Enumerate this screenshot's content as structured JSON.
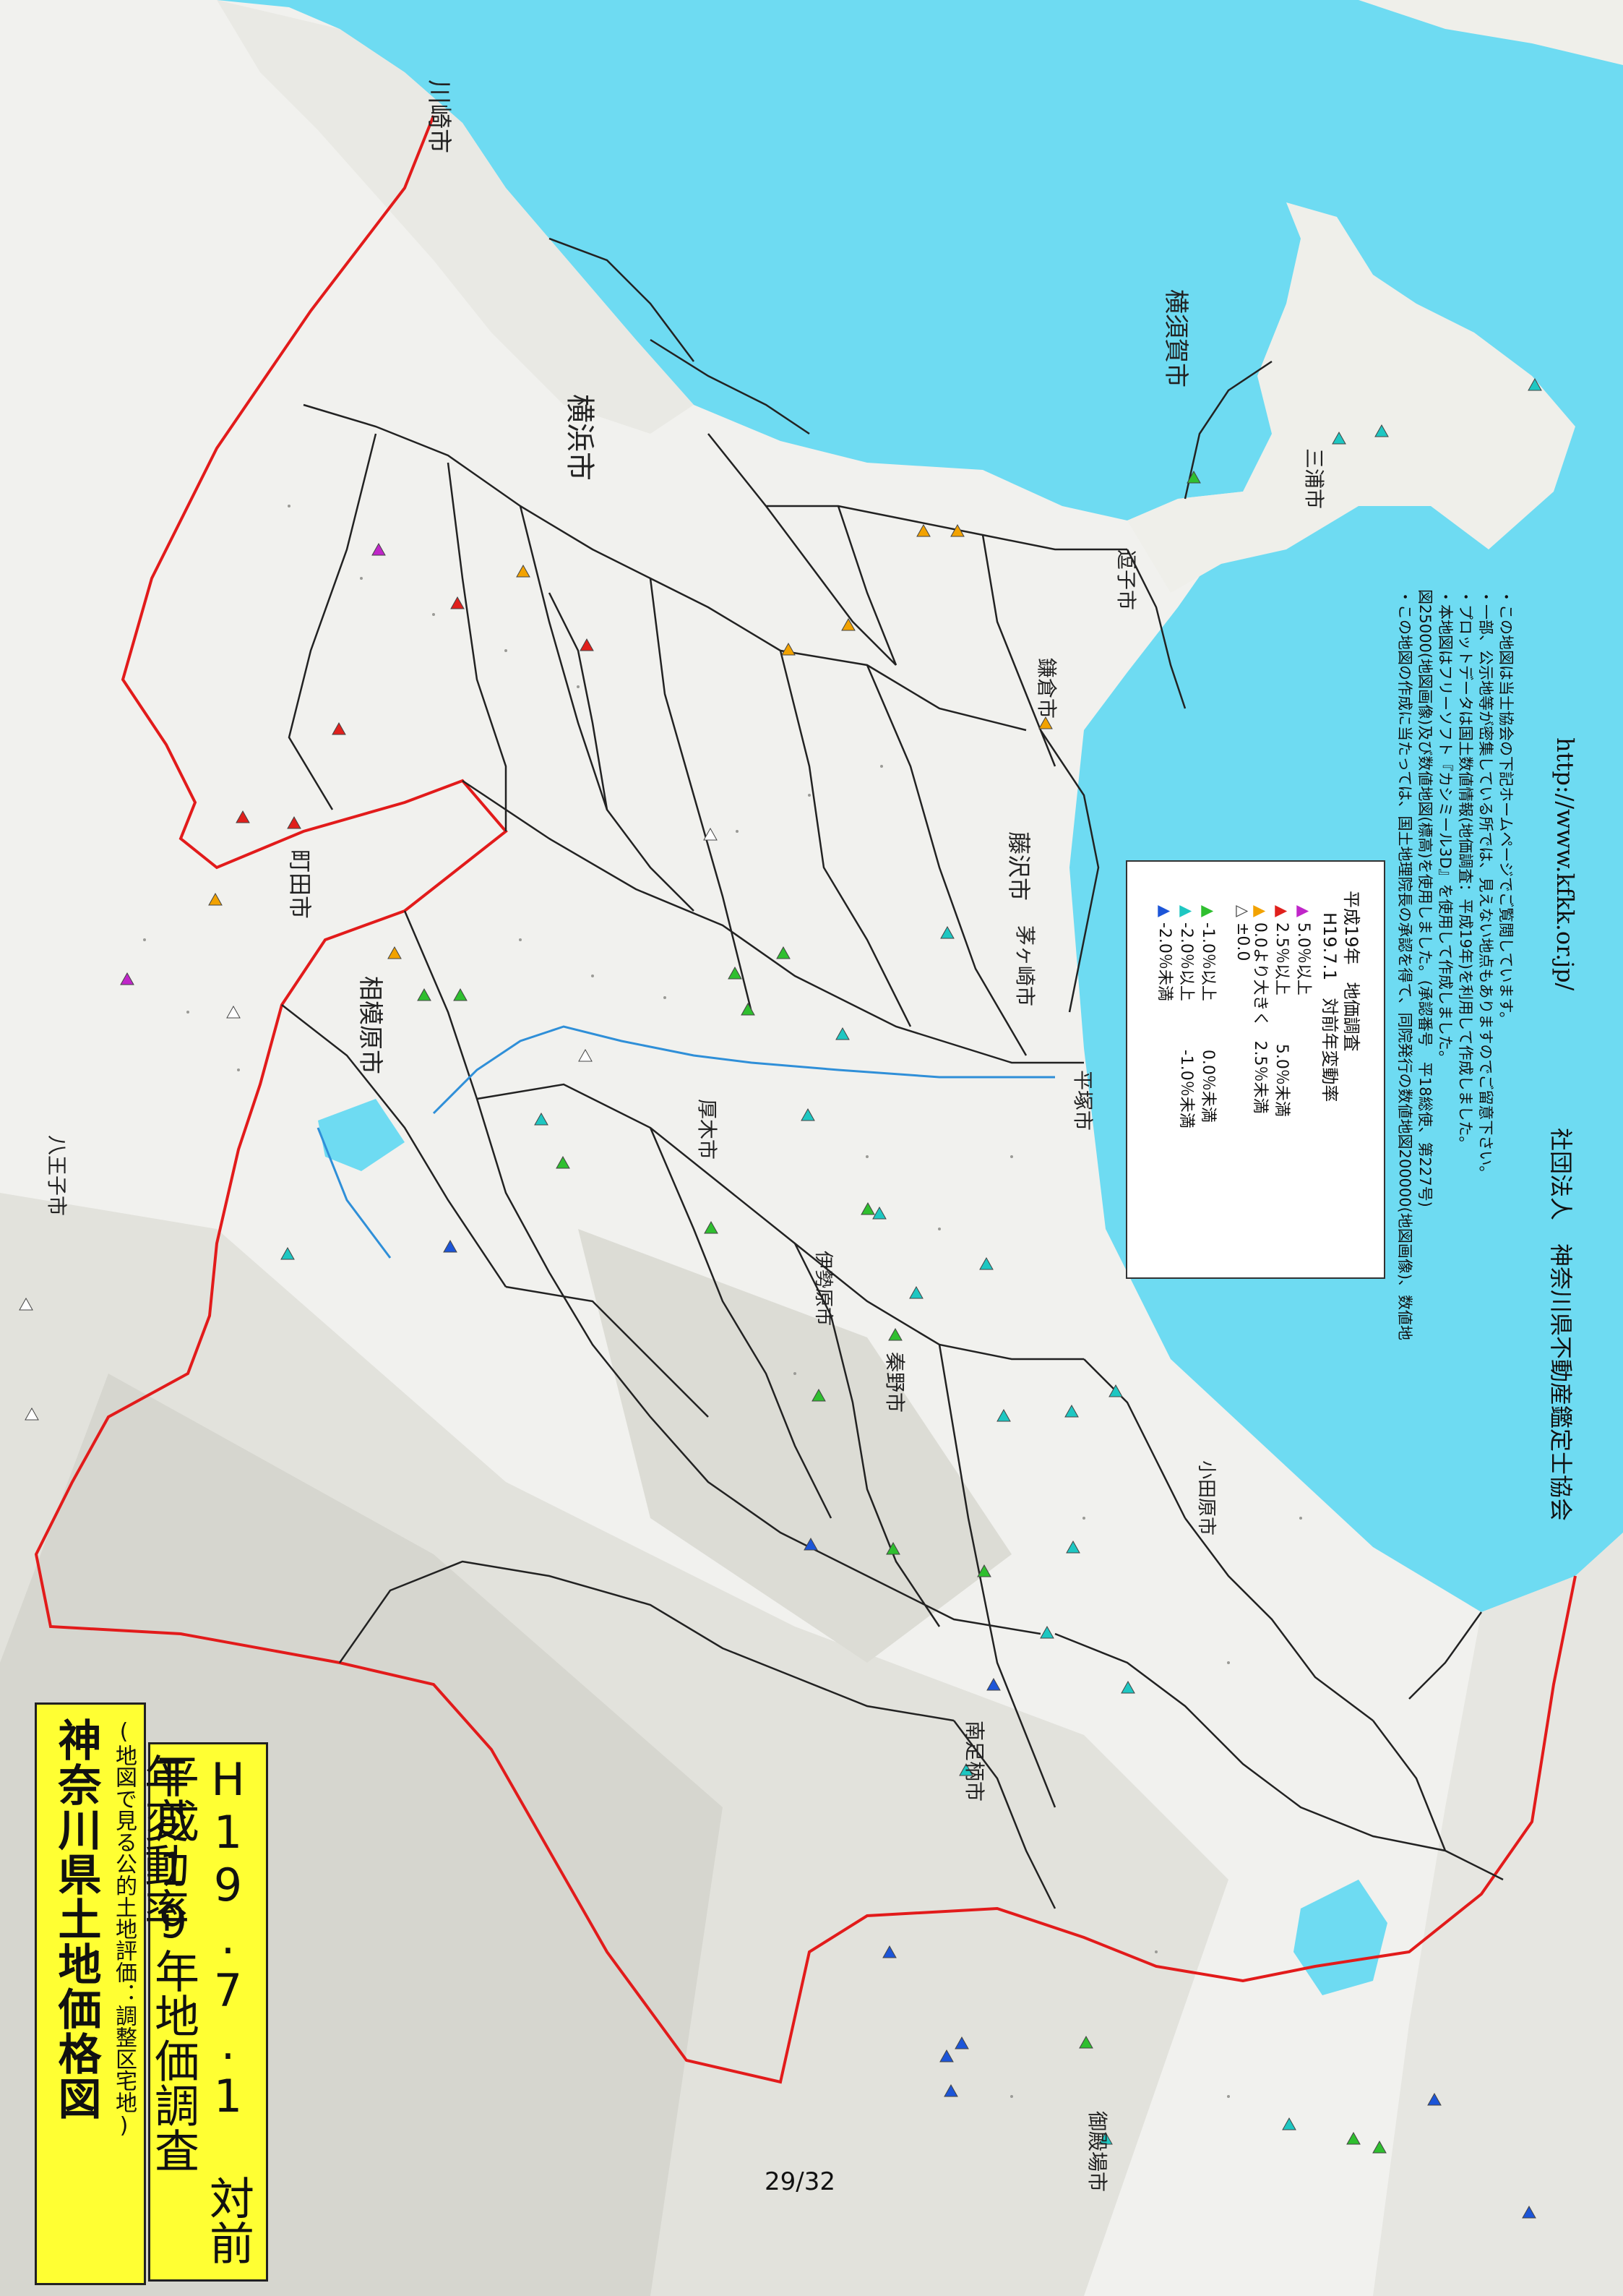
{
  "title": {
    "main": "神奈川県土地価格図",
    "sub": "(地図で見る公的土地評価：調整区宅地)"
  },
  "subtitle": {
    "line1": "平成19年地価調査",
    "line2": "H19.7.1 対前年変動率"
  },
  "legend": {
    "heading1": "平成19年　地価調査",
    "heading2": "H19.7.1　対前年変動率",
    "items": [
      {
        "label": "5.0％以上",
        "range_end": "",
        "color": "#c026c9"
      },
      {
        "label": "2.5％以上",
        "range_end": "5.0％未満",
        "color": "#e0201c"
      },
      {
        "label": "0.0より大きく",
        "range_end": "2.5％未満",
        "color": "#f2a200"
      },
      {
        "label": "±0.0",
        "range_end": "",
        "color": "#ffffff"
      },
      {
        "label": "-1.0％以上",
        "range_end": "0.0％未満",
        "color": "#2fbf2f"
      },
      {
        "label": "-2.0％以上",
        "range_end": "-1.0％未満",
        "color": "#1ec7c2"
      },
      {
        "label": "-2.0％未満",
        "range_end": "",
        "color": "#1c55d8"
      }
    ]
  },
  "notes": [
    "・この地図の作成に当たっては、国土地理院長の承認を得て、同院発行の数値地図200000(地図画像)、数値地",
    "図25000(地図画像)及び数値地図(標高)を使用しました。(承認番号　平18総使、第227号)",
    "・本地図はフリーソフト『カシミール3D』を使用して作成しました。",
    "・プロットデータは国土数値情報(地価調査：平成19年)を利用して作成しました。",
    "・一部、公示地等が密集している所では、見えない地点もありますのでご留意下さい。",
    "・この地図は当士協会の下記ホームページでご覧閲しています。"
  ],
  "organization": "社団法人　神奈川県不動産鑑定士協会",
  "url": "http://www.kfkk.or.jp/",
  "page_number": "29/32",
  "places": [
    {
      "name": "横浜市",
      "marker": "city"
    },
    {
      "name": "横須賀市",
      "marker": "city"
    },
    {
      "name": "川崎市",
      "marker": "city"
    },
    {
      "name": "町田市",
      "marker": "city"
    },
    {
      "name": "相模原市",
      "marker": "city"
    },
    {
      "name": "藤沢市",
      "marker": "city"
    },
    {
      "name": "茅ヶ崎市",
      "marker": "city"
    },
    {
      "name": "平塚市",
      "marker": "city"
    },
    {
      "name": "厚木市",
      "marker": "city"
    },
    {
      "name": "伊勢原市",
      "marker": "city"
    },
    {
      "name": "秦野市",
      "marker": "city"
    },
    {
      "name": "小田原市",
      "marker": "city"
    },
    {
      "name": "南足柄市",
      "marker": "city"
    },
    {
      "name": "八王子市",
      "marker": "city"
    },
    {
      "name": "御殿場市",
      "marker": "city"
    },
    {
      "name": "鎌倉市",
      "marker": "city"
    },
    {
      "name": "逗子市",
      "marker": "city"
    },
    {
      "name": "三浦市",
      "marker": "city"
    }
  ]
}
